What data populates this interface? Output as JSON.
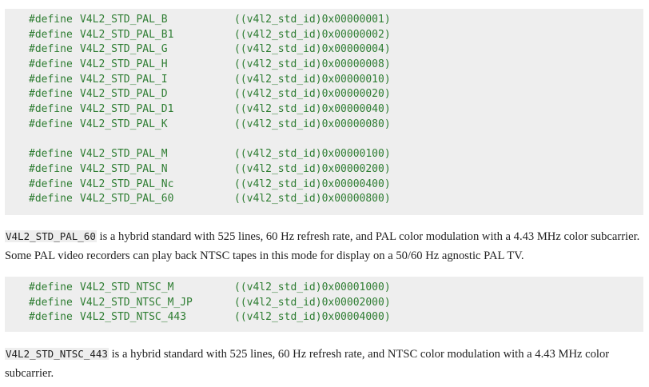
{
  "block1": {
    "group1": [
      {
        "kw": "#define",
        "name": "V4L2_STD_PAL_B",
        "value": "((v4l2_std_id)0x00000001)"
      },
      {
        "kw": "#define",
        "name": "V4L2_STD_PAL_B1",
        "value": "((v4l2_std_id)0x00000002)"
      },
      {
        "kw": "#define",
        "name": "V4L2_STD_PAL_G",
        "value": "((v4l2_std_id)0x00000004)"
      },
      {
        "kw": "#define",
        "name": "V4L2_STD_PAL_H",
        "value": "((v4l2_std_id)0x00000008)"
      },
      {
        "kw": "#define",
        "name": "V4L2_STD_PAL_I",
        "value": "((v4l2_std_id)0x00000010)"
      },
      {
        "kw": "#define",
        "name": "V4L2_STD_PAL_D",
        "value": "((v4l2_std_id)0x00000020)"
      },
      {
        "kw": "#define",
        "name": "V4L2_STD_PAL_D1",
        "value": "((v4l2_std_id)0x00000040)"
      },
      {
        "kw": "#define",
        "name": "V4L2_STD_PAL_K",
        "value": "((v4l2_std_id)0x00000080)"
      }
    ],
    "group2": [
      {
        "kw": "#define",
        "name": "V4L2_STD_PAL_M",
        "value": "((v4l2_std_id)0x00000100)"
      },
      {
        "kw": "#define",
        "name": "V4L2_STD_PAL_N",
        "value": "((v4l2_std_id)0x00000200)"
      },
      {
        "kw": "#define",
        "name": "V4L2_STD_PAL_Nc",
        "value": "((v4l2_std_id)0x00000400)"
      },
      {
        "kw": "#define",
        "name": "V4L2_STD_PAL_60",
        "value": "((v4l2_std_id)0x00000800)"
      }
    ]
  },
  "para1": {
    "code": "V4L2_STD_PAL_60",
    "text": " is a hybrid standard with 525 lines, 60 Hz refresh rate, and PAL color modulation with a 4.43 MHz color subcarrier. Some PAL video recorders can play back NTSC tapes in this mode for display on a 50/60 Hz agnostic PAL TV."
  },
  "block2": [
    {
      "kw": "#define",
      "name": "V4L2_STD_NTSC_M",
      "value": "((v4l2_std_id)0x00001000)"
    },
    {
      "kw": "#define",
      "name": "V4L2_STD_NTSC_M_JP",
      "value": "((v4l2_std_id)0x00002000)"
    },
    {
      "kw": "#define",
      "name": "V4L2_STD_NTSC_443",
      "value": "((v4l2_std_id)0x00004000)"
    }
  ],
  "para2": {
    "code": "V4L2_STD_NTSC_443",
    "text": " is a hybrid standard with 525 lines, 60 Hz refresh rate, and NTSC color modulation with a 4.43 MHz color subcarrier."
  }
}
